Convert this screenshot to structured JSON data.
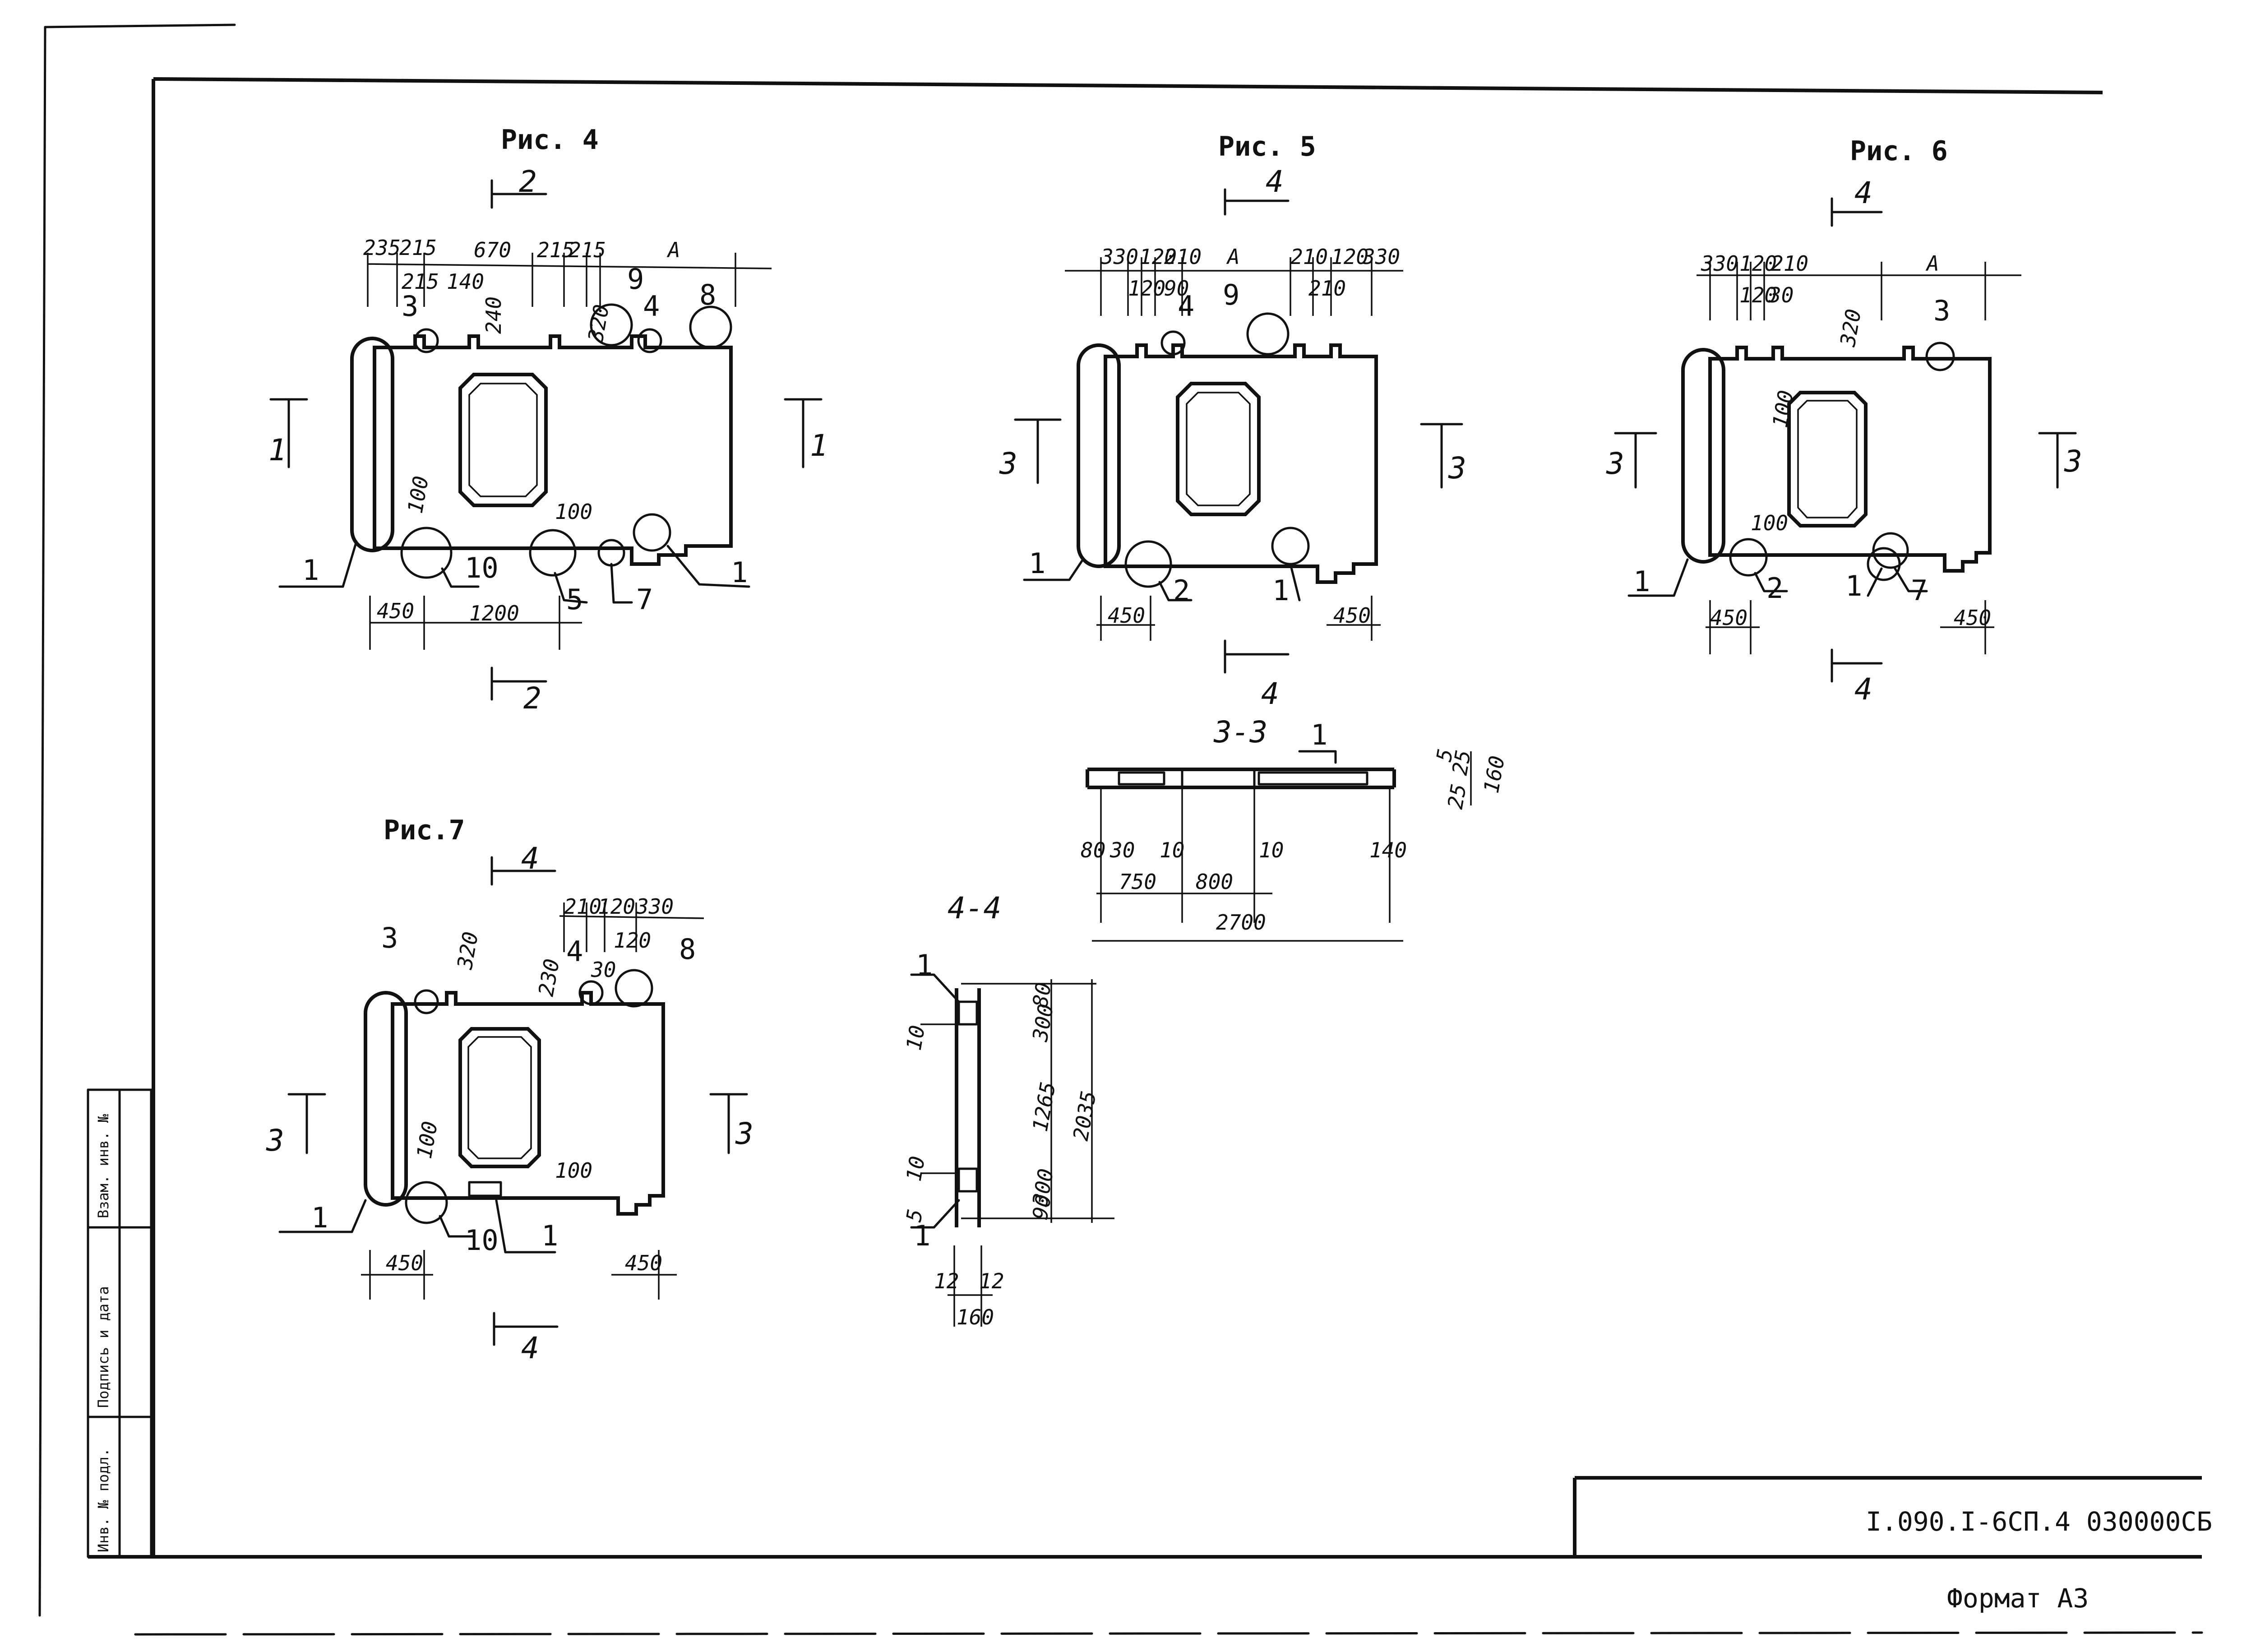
{
  "titles": {
    "fig4": "Рис. 4",
    "fig5": "Рис. 5",
    "fig6": "Рис. 6",
    "fig7": "Рис.7",
    "sec33": "3-3",
    "sec44": "4-4"
  },
  "stamp": {
    "doc_code": "I.090.I-6СП.4  030000СБ",
    "format": "Формат  А3",
    "side_labels": [
      "Взам. инв. №",
      "Подпись и дата",
      "Инв. № подл."
    ]
  },
  "fig4": {
    "section_marks": [
      "1",
      "1",
      "2",
      "2"
    ],
    "top_dims": [
      "235",
      "215",
      "670",
      "215",
      "215",
      "215",
      "140",
      "A",
      "240",
      "320"
    ],
    "bottom_dims": [
      "450",
      "1200"
    ],
    "callouts": [
      "1",
      "1",
      "3",
      "4",
      "5",
      "7",
      "8",
      "9",
      "10"
    ],
    "detail_dims": [
      "100",
      "100"
    ]
  },
  "fig5": {
    "section_marks": [
      "3",
      "3",
      "4",
      "4"
    ],
    "top_dims": [
      "330",
      "120",
      "210",
      "A",
      "210",
      "120",
      "330",
      "120",
      "90",
      "210"
    ],
    "bottom_dims": [
      "450",
      "450"
    ],
    "callouts": [
      "1",
      "1",
      "2",
      "4",
      "9"
    ]
  },
  "fig6": {
    "section_marks": [
      "3",
      "3",
      "4",
      "4"
    ],
    "top_dims": [
      "330",
      "120",
      "210",
      "A",
      "120",
      "30",
      "320"
    ],
    "bottom_dims": [
      "450",
      "450"
    ],
    "callouts": [
      "1",
      "1",
      "2",
      "3",
      "7"
    ],
    "detail_dims": [
      "100",
      "100"
    ]
  },
  "fig7": {
    "section_marks": [
      "3",
      "3",
      "4",
      "4"
    ],
    "top_dims": [
      "210",
      "120",
      "330",
      "320",
      "230",
      "30",
      "120"
    ],
    "bottom_dims": [
      "450",
      "450"
    ],
    "callouts": [
      "1",
      "1",
      "3",
      "4",
      "8",
      "10"
    ],
    "detail_dims": [
      "100",
      "100"
    ]
  },
  "sec33": {
    "dims": [
      "80",
      "30",
      "10",
      "10",
      "140",
      "750",
      "800",
      "2700",
      "5",
      "25",
      "25",
      "160"
    ],
    "callouts": [
      "1"
    ]
  },
  "sec44": {
    "dims": [
      "80",
      "300",
      "1265",
      "2035",
      "300",
      "90",
      "10",
      "10",
      "5",
      "12",
      "12",
      "160"
    ],
    "callouts": [
      "1",
      "1"
    ]
  }
}
